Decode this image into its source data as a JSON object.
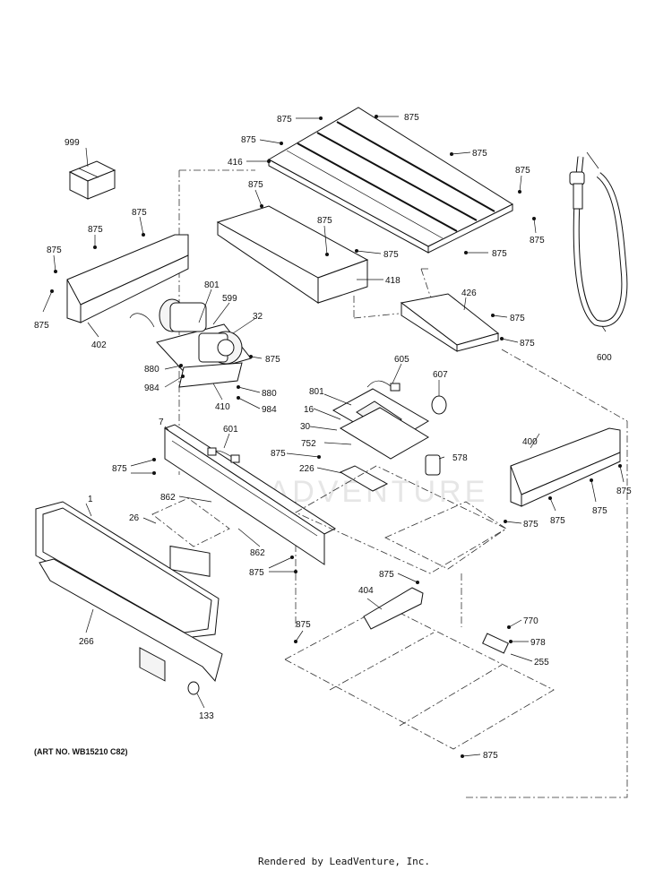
{
  "watermark": "LEADVENTURE",
  "art_number": "(ART NO. WB15210 C82)",
  "footer": "Rendered by LeadVenture, Inc.",
  "labels": {
    "l999": "999",
    "l875": "875",
    "l416": "416",
    "l418": "418",
    "l426": "426",
    "l402": "402",
    "l801": "801",
    "l599": "599",
    "l32": "32",
    "l880": "880",
    "l984": "984",
    "l410": "410",
    "l600": "600",
    "l605": "605",
    "l607": "607",
    "l16": "16",
    "l30": "30",
    "l752": "752",
    "l226": "226",
    "l578": "578",
    "l7": "7",
    "l601": "601",
    "l400": "400",
    "l1": "1",
    "l862": "862",
    "l26": "26",
    "l404": "404",
    "l770": "770",
    "l978": "978",
    "l255": "255",
    "l266": "266",
    "l133": "133"
  }
}
